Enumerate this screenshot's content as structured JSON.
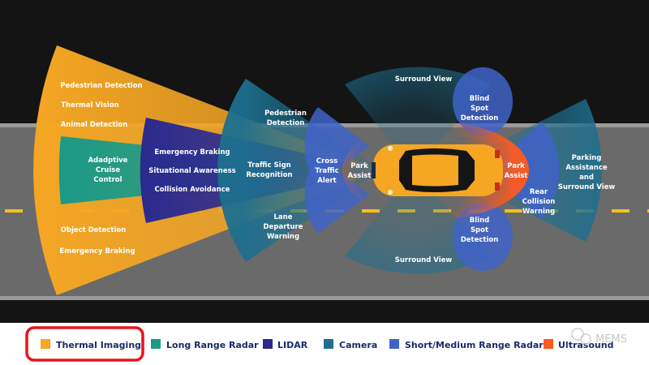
{
  "colors": {
    "background": "#141414",
    "road": "#6a6a6a",
    "road_edge": "#9a9a9a",
    "lane_dash": "#f2c21b",
    "thermal": "#f5a623",
    "long_range_radar": "#1a9a87",
    "lidar": "#2a2a8f",
    "camera": "#1d6f8f",
    "short_medium_radar": "#3f63c8",
    "ultrasound": "#ff5a1f",
    "car_body": "#f5a623",
    "highlight": "#e8141c",
    "legend_text": "#1a2a6c"
  },
  "labels": {
    "pedestrian_detection_1": "Pedestrian Detection",
    "thermal_vision": "Thermal Vision",
    "animal_detection": "Animal Detection",
    "object_detection": "Object Detection",
    "emergency_braking_1": "Emergency Braking",
    "acc_l1": "Adadptive",
    "acc_l2": "Cruise",
    "acc_l3": "Control",
    "emergency_braking_2": "Emergency Braking",
    "situational_awareness": "Situational Awareness",
    "collision_avoidance": "Collision Avoidance",
    "ped_det_l1": "Pedestrian",
    "ped_det_l2": "Detection",
    "tsr_l1": "Traffic Sign",
    "tsr_l2": "Recognition",
    "ldw_l1": "Lane",
    "ldw_l2": "Departure",
    "ldw_l3": "Warning",
    "cta_l1": "Cross",
    "cta_l2": "Traffic",
    "cta_l3": "Alert",
    "park_front_l1": "Park",
    "park_front_l2": "Assist",
    "park_rear_l1": "Park",
    "park_rear_l2": "Assist",
    "surround_top": "Surround View",
    "surround_bottom": "Surround View",
    "bs_top_l1": "Blind",
    "bs_top_l2": "Spot",
    "bs_top_l3": "Detection",
    "bs_bot_l1": "Blind",
    "bs_bot_l2": "Spot",
    "bs_bot_l3": "Detection",
    "rcw_l1": "Rear",
    "rcw_l2": "Collision",
    "rcw_l3": "Warning",
    "pasv_l1": "Parking",
    "pasv_l2": "Assistance",
    "pasv_l3": "and",
    "pasv_l4": "Surround View"
  },
  "legend": {
    "items": [
      {
        "label": "Thermal Imaging",
        "color": "#f5a623"
      },
      {
        "label": "Long Range Radar",
        "color": "#1a9a87"
      },
      {
        "label": "LIDAR",
        "color": "#2a2a8f"
      },
      {
        "label": "Camera",
        "color": "#1d6f8f"
      },
      {
        "label": "Short/Medium Range Radar",
        "color": "#3f63c8"
      },
      {
        "label": "Ultrasound",
        "color": "#ff5a1f"
      }
    ]
  },
  "watermark": "MEMS"
}
